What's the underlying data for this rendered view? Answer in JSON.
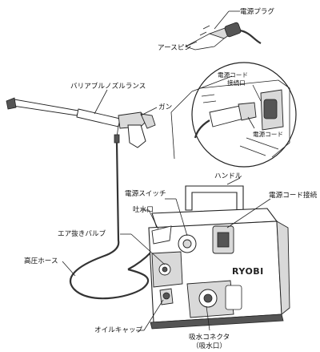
{
  "labels": {
    "power_plug": "電源プラグ",
    "earth_pin": "アースピン",
    "variable_nozzle_lance": "バリアブルノズルランス",
    "gun": "ガン",
    "cord_connection_port": "電源コード",
    "cord_connection_port_2": "接続口",
    "power_cord": "電源コード",
    "handle": "ハンドル",
    "power_switch": "電源スイッチ",
    "cord_connection": "電源コード接続",
    "spout": "吐水口",
    "air_release_valve": "エア抜きバルブ",
    "high_pressure_hose": "高圧ホース",
    "oil_cap": "オイルキャップ",
    "intake_connector": "吸水コネクタ",
    "intake_port": "（吸水口）"
  },
  "brand": "RYOBI"
}
